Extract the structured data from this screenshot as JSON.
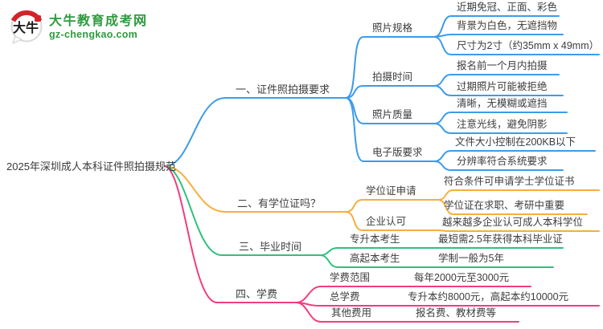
{
  "logo": {
    "icon_text": "大牛",
    "site_name": "大牛教育成考网",
    "site_url": "gz-chengkao.com",
    "brand_green": "#2e9b3e",
    "seal_red": "#d2242a"
  },
  "mindmap": {
    "root": {
      "label": "2025年深圳成人本科证件照拍摄规范"
    },
    "colors": {
      "branch1": "#3e9be8",
      "branch2": "#f6ae3f",
      "branch3": "#2ec17d",
      "branch4": "#f23d7f",
      "text": "#3d3d3d"
    },
    "branches": [
      {
        "label": "一、证件照拍摄要求",
        "color": "#3e9be8",
        "children": [
          {
            "label": "照片规格",
            "children": [
              {
                "label": "近期免冠、正面、彩色"
              },
              {
                "label": "背景为白色，无遮挡物"
              },
              {
                "label": "尺寸为2寸（约35mm x 49mm）"
              }
            ]
          },
          {
            "label": "拍摄时间",
            "children": [
              {
                "label": "报名前一个月内拍摄"
              },
              {
                "label": "过期照片可能被拒绝"
              }
            ]
          },
          {
            "label": "照片质量",
            "children": [
              {
                "label": "清晰，无模糊或遮挡"
              },
              {
                "label": "注意光线，避免阴影"
              }
            ]
          },
          {
            "label": "电子版要求",
            "children": [
              {
                "label": "文件大小控制在200KB以下"
              },
              {
                "label": "分辨率符合系统要求"
              }
            ]
          }
        ]
      },
      {
        "label": "二、有学位证吗？",
        "color": "#f6ae3f",
        "children": [
          {
            "label": "学位证申请",
            "children": [
              {
                "label": "符合条件可申请学士学位证书"
              },
              {
                "label": "学位证在求职、考研中重要"
              }
            ]
          },
          {
            "label": "企业认可",
            "children": [
              {
                "label": "越来越多企业认可成人本科学位"
              }
            ]
          }
        ]
      },
      {
        "label": "三、毕业时间",
        "color": "#2ec17d",
        "children": [
          {
            "label": "专升本考生",
            "children": [
              {
                "label": "最短需2.5年获得本科毕业证"
              }
            ]
          },
          {
            "label": "高起本考生",
            "children": [
              {
                "label": "学制一般为5年"
              }
            ]
          }
        ]
      },
      {
        "label": "四、学费",
        "color": "#f23d7f",
        "children": [
          {
            "label": "学费范围",
            "children": [
              {
                "label": "每年2000元至3000元"
              }
            ]
          },
          {
            "label": "总学费",
            "children": [
              {
                "label": "专升本约8000元，高起本约10000元"
              }
            ]
          },
          {
            "label": "其他费用",
            "children": [
              {
                "label": "报名费、教材费等"
              }
            ]
          }
        ]
      }
    ]
  }
}
